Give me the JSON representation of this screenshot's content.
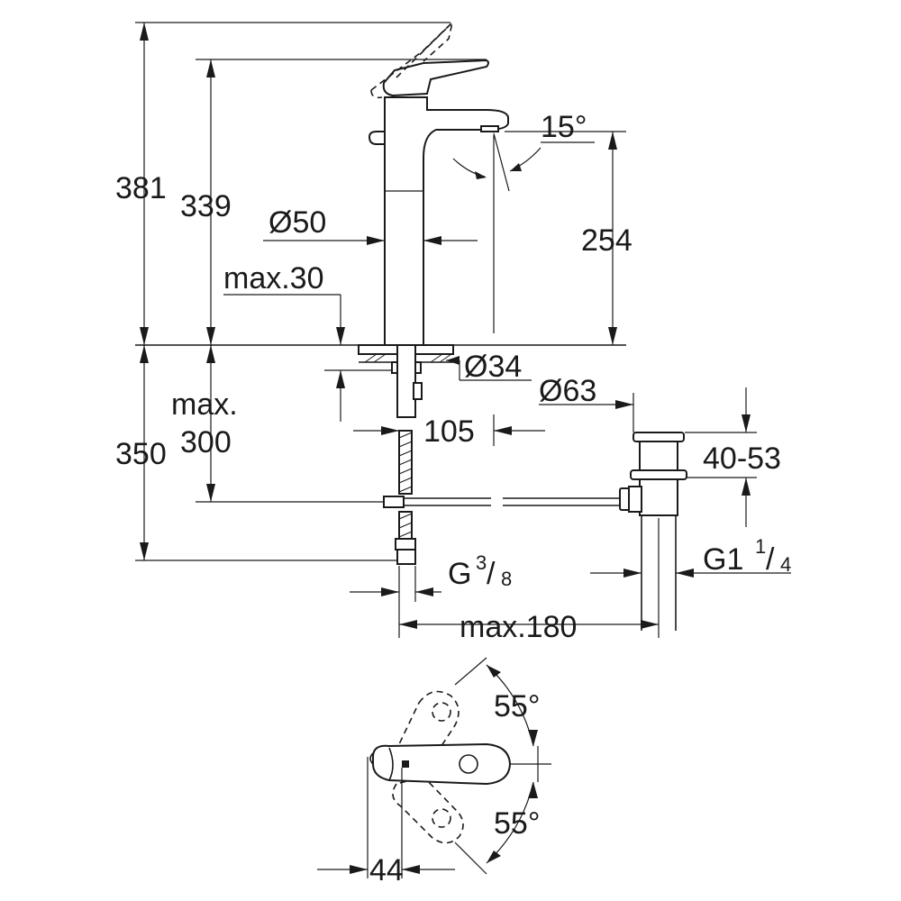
{
  "drawing": {
    "labels": {
      "h381": "381",
      "h339": "339",
      "d50": "Ø50",
      "max30": "max.30",
      "a15": "15°",
      "h254": "254",
      "d34": "Ø34",
      "d63": "Ø63",
      "max_word": "max.",
      "max300": "300",
      "h350": "350",
      "w105": "105",
      "r40_53": "40-53",
      "g_main": "G",
      "g_num": "3",
      "g_den": "8",
      "g1_main": "G1",
      "g1_num": "1",
      "g1_den": "4",
      "max180": "max.180",
      "a55_top": "55°",
      "a55_bottom": "55°",
      "w44": "44"
    }
  }
}
